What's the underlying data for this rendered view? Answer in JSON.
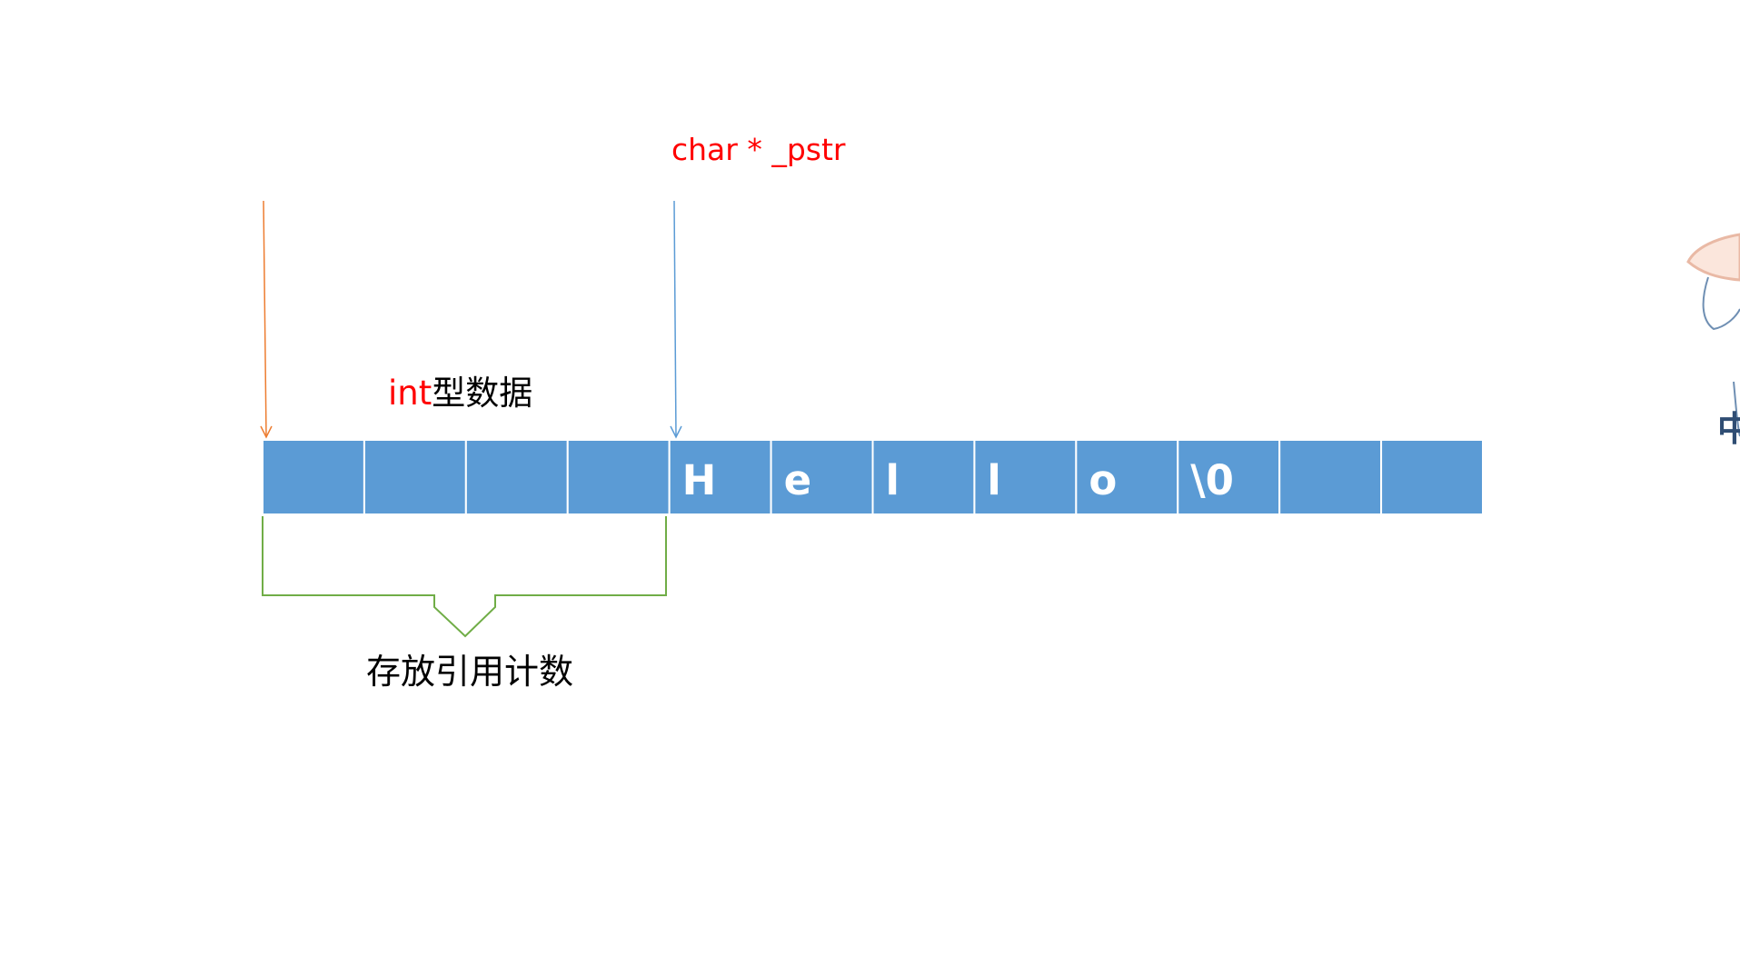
{
  "pointer_label": "char * _pstr",
  "int_label_prefix": "int",
  "int_label_suffix": "型数据",
  "refcount_label": "存放引用计数",
  "cells": [
    "",
    "",
    "",
    "",
    "H",
    "e",
    "l",
    "l",
    "o",
    "\\0",
    "",
    ""
  ],
  "colors": {
    "cell_fill": "#5b9bd5",
    "cell_text": "#ffffff",
    "left_arrow": "#ed7d31",
    "pointer_arrow": "#5b9bd5",
    "bracket": "#70ad47",
    "label_red": "#ff0000"
  },
  "decorations": [
    "mascot-sticker"
  ]
}
